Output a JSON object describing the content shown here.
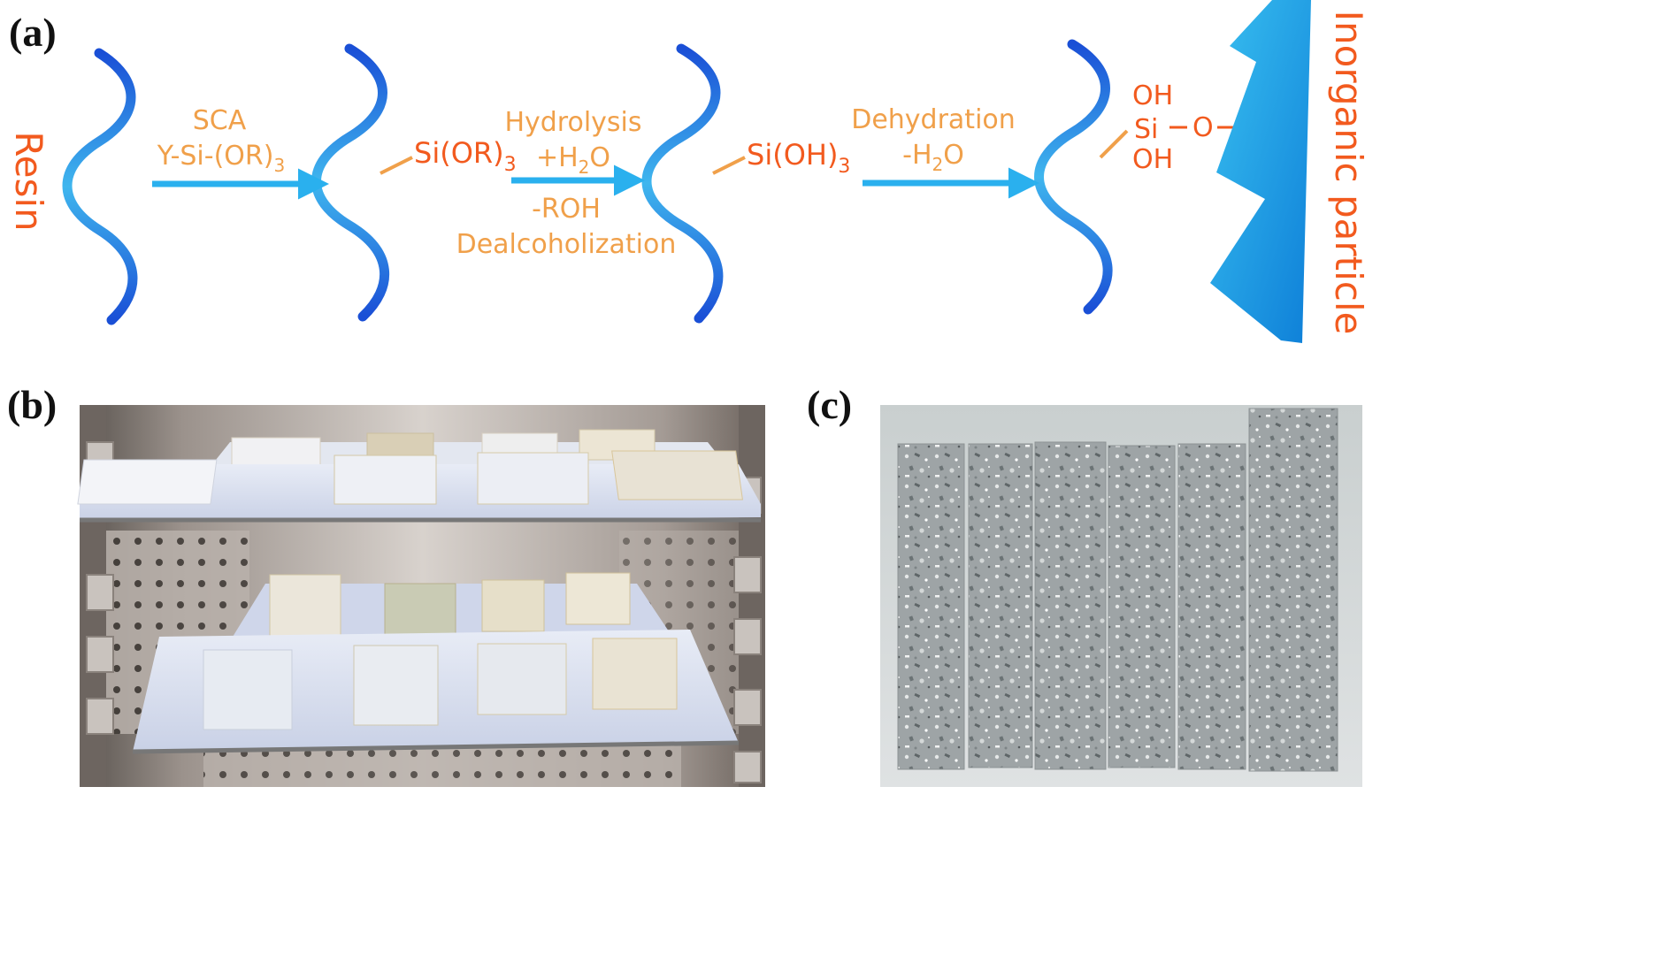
{
  "panel_a": {
    "label": "(a)",
    "resin": "Resin",
    "inorganic": "Inorganic particle",
    "step1": {
      "line1": "SCA",
      "line2": "Y-Si-(OR)",
      "line2_sub": "3"
    },
    "step2": {
      "line1": "Hydrolysis",
      "line2_pre": "+H",
      "line2_sub": "2",
      "line2_post": "O",
      "line3": "-ROH",
      "line4": "Dealcoholization"
    },
    "step3": {
      "line1": "Dehydration",
      "line2_pre": "-H",
      "line2_sub": "2",
      "line2_post": "O"
    },
    "group1": {
      "text": "Si(OR)",
      "sub": "3"
    },
    "group2": {
      "text": "Si(OH)",
      "sub": "3"
    },
    "final": {
      "oh_top": "OH",
      "si": "Si",
      "oh_bottom": "OH",
      "bridge_o": "O"
    },
    "colors": {
      "chain_light": "#3fb6ee",
      "chain_dark": "#1a4fd6",
      "arrow": "#2ab0ee",
      "step_text": "#f0a04a",
      "group_text": "#f25a1e",
      "particle": "#1fa5e8"
    }
  },
  "panel_b": {
    "label": "(b)"
  },
  "panel_c": {
    "label": "(c)"
  }
}
